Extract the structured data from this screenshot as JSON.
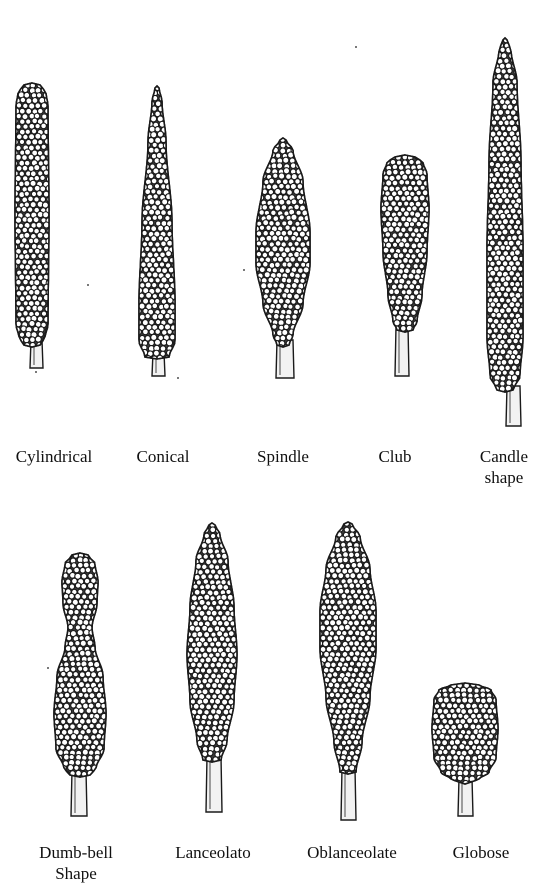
{
  "figure": {
    "colors": {
      "ink": "#1a1a1a",
      "grain_fill": "#ffffff",
      "stalk_fill": "#f2f2f2",
      "background": "#ffffff"
    },
    "shapes": [
      {
        "id": "cylindrical",
        "label": [
          "Cylindrical"
        ]
      },
      {
        "id": "conical",
        "label": [
          "Conical"
        ]
      },
      {
        "id": "spindle",
        "label": [
          "Spindle"
        ]
      },
      {
        "id": "club",
        "label": [
          "Club"
        ]
      },
      {
        "id": "candle",
        "label": [
          "Candle",
          "shape"
        ]
      },
      {
        "id": "dumbbell",
        "label": [
          "Dumb-bell",
          "Shape"
        ]
      },
      {
        "id": "lanceolate",
        "label": [
          "Lanceolato"
        ]
      },
      {
        "id": "oblanceolate",
        "label": [
          "Oblanceolate"
        ]
      },
      {
        "id": "globose",
        "label": [
          "Globose"
        ]
      }
    ]
  }
}
